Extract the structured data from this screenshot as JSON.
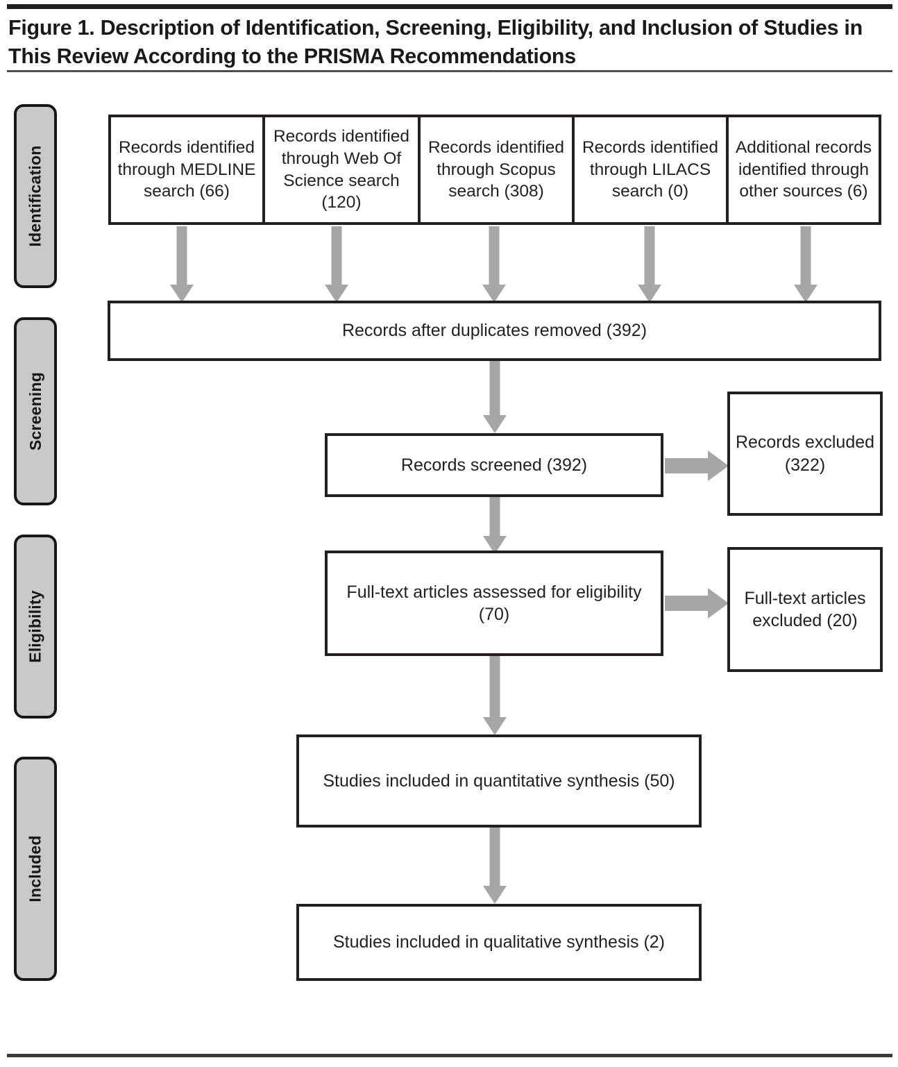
{
  "figure": {
    "title": "Figure 1. Description of Identification, Screening, Eligibility, and Inclusion of Studies in This Review According to the PRISMA Recommendations"
  },
  "stages": [
    {
      "id": "identification",
      "label": "Identification"
    },
    {
      "id": "screening",
      "label": "Screening"
    },
    {
      "id": "eligibility",
      "label": "Eligibility"
    },
    {
      "id": "included",
      "label": "Included"
    }
  ],
  "sources": [
    {
      "id": "medline",
      "text": "Records identified through MEDLINE search (66)",
      "count": 66
    },
    {
      "id": "web-of-science",
      "text": "Records identified through Web Of Science search (120)",
      "count": 120
    },
    {
      "id": "scopus",
      "text": "Records identified through Scopus search (308)",
      "count": 308
    },
    {
      "id": "lilacs",
      "text": "Records identified through LILACS search (0)",
      "count": 0
    },
    {
      "id": "other-sources",
      "text": "Additional records identified through other sources (6)",
      "count": 6
    }
  ],
  "flow": {
    "duplicates_removed": {
      "text": "Records after duplicates removed (392)",
      "count": 392
    },
    "records_screened": {
      "text": "Records screened (392)",
      "count": 392
    },
    "records_excluded": {
      "text": "Records excluded (322)",
      "count": 322
    },
    "fulltext_assessed": {
      "text": "Full-text articles assessed for eligibility (70)",
      "count": 70
    },
    "fulltext_excluded": {
      "text": "Full-text articles excluded (20)",
      "count": 20
    },
    "quantitative_synthesis": {
      "text": "Studies included in quantitative synthesis  (50)",
      "count": 50
    },
    "qualitative_synthesis": {
      "text": "Studies included in qualitative synthesis (2)",
      "count": 2
    }
  },
  "colors": {
    "ink": "#231f20",
    "tab_fill": "#c9c9c9",
    "arrow": "#a6a6a6",
    "box_border": "#231f20"
  }
}
